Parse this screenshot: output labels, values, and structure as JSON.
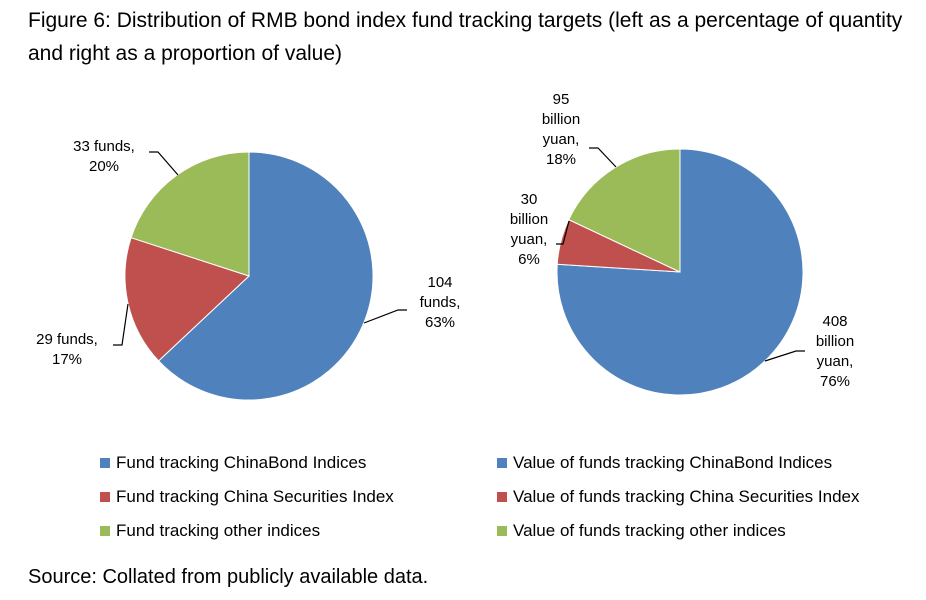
{
  "title": "Figure 6: Distribution of RMB bond index fund tracking targets (left as a percentage of quantity and right as a proportion of value)",
  "source": "Source: Collated from publicly available data.",
  "colors": {
    "chinabond": "#4F81BD",
    "china_securities": "#C0504D",
    "other": "#9BBB59"
  },
  "chart_data": [
    {
      "type": "pie",
      "series": [
        {
          "name": "Fund tracking ChinaBond Indices",
          "value": 104,
          "percent": 63,
          "label_lines": [
            "104",
            "funds,",
            "63%"
          ]
        },
        {
          "name": "Fund tracking China Securities Index",
          "value": 29,
          "percent": 17,
          "label_lines": [
            "29 funds,",
            "17%"
          ]
        },
        {
          "name": "Fund tracking other indices",
          "value": 33,
          "percent": 20,
          "label_lines": [
            "33 funds,",
            "20%"
          ]
        }
      ]
    },
    {
      "type": "pie",
      "series": [
        {
          "name": "Value of funds tracking ChinaBond Indices",
          "value": 408,
          "percent": 76,
          "label_lines": [
            "408",
            "billion",
            "yuan,",
            "76%"
          ]
        },
        {
          "name": "Value of funds tracking China Securities Index",
          "value": 30,
          "percent": 6,
          "label_lines": [
            "30",
            "billion",
            "yuan,",
            "6%"
          ]
        },
        {
          "name": "Value of funds tracking other indices",
          "value": 95,
          "percent": 18,
          "label_lines": [
            "95",
            "billion",
            "yuan,",
            "18%"
          ]
        }
      ]
    }
  ]
}
